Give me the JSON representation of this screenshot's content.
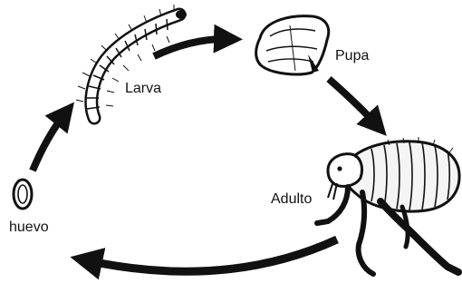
{
  "stages": {
    "larva": "Larva",
    "pupa": "Pupa",
    "adult": "Adulto",
    "egg": "huevo"
  },
  "colors": {
    "ink": "#111111",
    "background": "#ffffff",
    "adult_body": "#f4f4f4"
  },
  "icons": [
    "egg-icon",
    "larva-icon",
    "pupa-icon",
    "adult-flea-icon",
    "cycle-arrow-icon"
  ]
}
